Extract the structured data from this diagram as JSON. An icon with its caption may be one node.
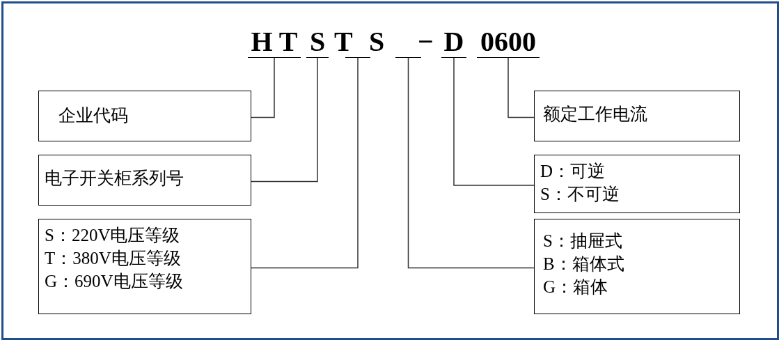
{
  "diagram": {
    "nodes": [
      {
        "text": [
          "H T"
        ]
      },
      {
        "text": [
          "S"
        ]
      },
      {
        "text": [],
        "shape": "bar"
      },
      {
        "text": [],
        "shape": "bar"
      },
      {
        "text": [
          "D"
        ]
      },
      {
        "text": [
          "0600"
        ]
      },
      {
        "text": [
          "企业代码"
        ]
      },
      {
        "text": [
          "电子开关柜系列号"
        ]
      },
      {
        "text": [
          "S：220V电压等级",
          "T：380V电压等级",
          "G：690V电压等级"
        ]
      },
      {
        "text": [
          "额定工作电流"
        ]
      },
      {
        "text": [
          "D：可逆",
          "S：不可逆"
        ]
      },
      {
        "text": [
          "S：抽屉式",
          "B：箱体式",
          "G：箱体"
        ]
      }
    ],
    "edges": [
      {
        "from": 6,
        "to": 0,
        "arrow": "none"
      },
      {
        "from": 7,
        "to": 1,
        "arrow": "none"
      },
      {
        "from": 8,
        "to": 2,
        "arrow": "none"
      },
      {
        "from": 11,
        "to": 3,
        "arrow": "none"
      },
      {
        "from": 10,
        "to": 4,
        "arrow": "none"
      },
      {
        "from": 9,
        "to": 5,
        "arrow": "none"
      }
    ],
    "labels": [
      "T",
      "S",
      "−"
    ]
  }
}
